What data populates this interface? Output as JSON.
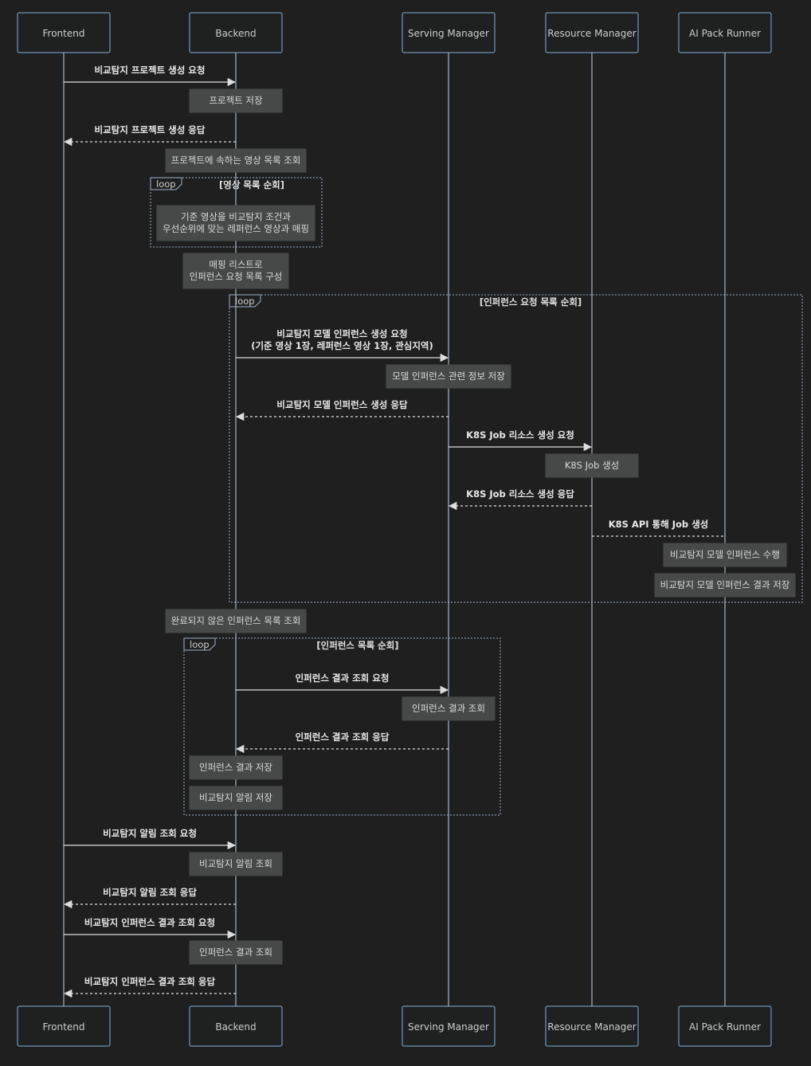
{
  "actors": [
    {
      "id": "fe",
      "label": "Frontend"
    },
    {
      "id": "be",
      "label": "Backend"
    },
    {
      "id": "sm",
      "label": "Serving Manager"
    },
    {
      "id": "rm",
      "label": "Resource Manager"
    },
    {
      "id": "ar",
      "label": "AI Pack Runner"
    }
  ],
  "loops": [
    {
      "label": "loop",
      "condition": "[영상 목록 순회]"
    },
    {
      "label": "loop",
      "condition": "[인퍼런스 요청 목록 순회]"
    },
    {
      "label": "loop",
      "condition": "[인퍼런스 목록 순회]"
    }
  ],
  "messages": [
    {
      "from": "fe",
      "to": "be",
      "style": "solid",
      "lines": [
        "비교탐지 프로젝트 생성 요청"
      ]
    },
    {
      "from": "be",
      "to": "fe",
      "style": "dashed",
      "lines": [
        "비교탐지 프로젝트 생성 응답"
      ]
    },
    {
      "from": "be",
      "to": "sm",
      "style": "solid",
      "lines": [
        "비교탐지 모델 인퍼런스 생성 요청",
        "(기준 영상 1장, 레퍼런스 영상 1장, 관심지역)"
      ]
    },
    {
      "from": "sm",
      "to": "be",
      "style": "dashed",
      "lines": [
        "비교탐지 모델 인퍼런스 생성 응답"
      ]
    },
    {
      "from": "sm",
      "to": "rm",
      "style": "solid",
      "lines": [
        "K8S Job 리소스 생성 요청"
      ]
    },
    {
      "from": "rm",
      "to": "sm",
      "style": "dashed",
      "lines": [
        "K8S Job 리소스 생성 응답"
      ]
    },
    {
      "from": "rm",
      "to": "ar",
      "style": "dashed-open",
      "lines": [
        "K8S API 통해 Job 생성"
      ]
    },
    {
      "from": "be",
      "to": "sm",
      "style": "solid",
      "lines": [
        "인퍼런스 결과 조회 요청"
      ]
    },
    {
      "from": "sm",
      "to": "be",
      "style": "dashed",
      "lines": [
        "인퍼런스 결과 조회 응답"
      ]
    },
    {
      "from": "fe",
      "to": "be",
      "style": "solid",
      "lines": [
        "비교탐지 알림 조회 요청"
      ]
    },
    {
      "from": "be",
      "to": "fe",
      "style": "dashed",
      "lines": [
        "비교탐지 알림 조회 응답"
      ]
    },
    {
      "from": "fe",
      "to": "be",
      "style": "solid",
      "lines": [
        "비교탐지 인퍼런스 결과 조회 요청"
      ]
    },
    {
      "from": "be",
      "to": "fe",
      "style": "dashed",
      "lines": [
        "비교탐지 인퍼런스 결과 조회 응답"
      ]
    }
  ],
  "notes": [
    {
      "over": "be",
      "lines": [
        "프로젝트 저장"
      ]
    },
    {
      "over": "be",
      "lines": [
        "프로젝트에 속하는 영상 목록 조회"
      ]
    },
    {
      "over": "be",
      "lines": [
        "기준 영상을 비교탐지 조건과",
        "우선순위에 맞는 레퍼런스 영상과 매핑"
      ]
    },
    {
      "over": "be",
      "lines": [
        "매핑 리스트로",
        "인퍼런스 요청 목록 구성"
      ]
    },
    {
      "over": "sm",
      "lines": [
        "모델 인퍼런스 관련 정보 저장"
      ]
    },
    {
      "over": "rm",
      "lines": [
        "K8S Job 생성"
      ]
    },
    {
      "over": "ar",
      "lines": [
        "비교탐지 모델 인퍼런스 수행"
      ]
    },
    {
      "over": "ar",
      "lines": [
        "비교탐지 모델 인퍼런스 결과 저장"
      ]
    },
    {
      "over": "be",
      "lines": [
        "완료되지 않은 인퍼런스 목록 조회"
      ]
    },
    {
      "over": "sm",
      "lines": [
        "인퍼런스 결과 조회"
      ]
    },
    {
      "over": "be",
      "lines": [
        "인퍼런스 결과 저장"
      ]
    },
    {
      "over": "be",
      "lines": [
        "비교탐지 알림 저장"
      ]
    },
    {
      "over": "be",
      "lines": [
        "비교탐지 알림 조회"
      ]
    },
    {
      "over": "be",
      "lines": [
        "인퍼런스 결과 조회"
      ]
    }
  ],
  "colors": {
    "background": "#1f1f1f",
    "actor_border": "#81b1db",
    "note_fill": "#474949",
    "line": "#dddddd"
  }
}
